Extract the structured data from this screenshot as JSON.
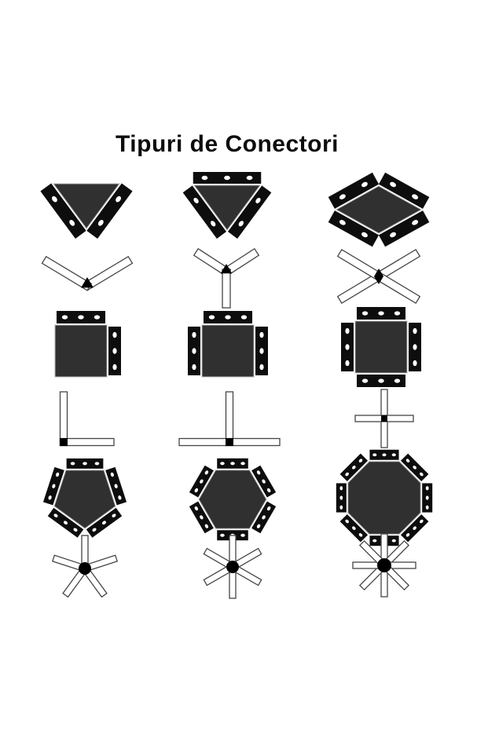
{
  "title": "Tipuri de Conectori",
  "colors": {
    "background": "#ffffff",
    "title_text": "#0d0d0d",
    "plate": "#0d0d0d",
    "body": "#303030",
    "body_outline": "#b5b5b5",
    "hole": "#ffffff",
    "beam_fill": "#ffffff",
    "beam_outline": "#454545",
    "joint": "#000000"
  },
  "rows": [
    {
      "name": "row-angled-plate-connectors",
      "cells": [
        {
          "name": "two-way-v-plate-connector",
          "draw": "plates",
          "body": "triangle-down",
          "plate_edges": [
            1,
            2
          ],
          "holes": [
            2,
            2
          ],
          "plate_width": 17,
          "plate_length_factor": 1.06,
          "hole_size": [
            4.2,
            2.9
          ]
        },
        {
          "name": "three-way-y-plate-connector",
          "draw": "plates",
          "body": "triangle-down",
          "plate_edges": [
            0,
            1,
            2
          ],
          "holes": [
            3,
            2,
            2
          ],
          "plate_width": 15,
          "plate_length_factor": 1.03,
          "hole_size": [
            3.9,
            2.7
          ]
        },
        {
          "name": "four-way-x-plate-connector",
          "draw": "plates",
          "body": "diamond",
          "plate_edges": [
            0,
            1,
            2,
            3
          ],
          "holes": [
            2,
            2,
            2,
            2
          ],
          "plate_width": 17,
          "plate_length_factor": 1.04,
          "hole_size": [
            4.2,
            2.9
          ]
        }
      ]
    },
    {
      "name": "row-angled-beam-joints",
      "cells": [
        {
          "name": "two-way-v-beam-joint",
          "draw": "beams",
          "angles": [
            -31,
            -149
          ],
          "beam_length": 64,
          "beam_width": 10,
          "joint": "triangle",
          "joint_size": 11
        },
        {
          "name": "three-way-y-beam-joint",
          "draw": "beams",
          "angles": [
            -33,
            -147,
            90
          ],
          "beam_length": 46,
          "beam_width": 10,
          "joint": "triangle",
          "joint_size": 10
        },
        {
          "name": "four-way-x-beam-joint",
          "draw": "beams",
          "angles": [
            -31,
            -149,
            31,
            149
          ],
          "beam_length": 58,
          "beam_width": 10,
          "joint": "diamond",
          "joint_size": 10
        }
      ]
    },
    {
      "name": "row-square-plate-connectors",
      "cells": [
        {
          "name": "two-way-corner-plate-connector",
          "draw": "plates",
          "body": "square",
          "plate_edges": [
            0,
            1
          ],
          "holes": [
            3,
            3
          ],
          "plate_width": 16,
          "plate_length_factor": 0.94,
          "hole_size": [
            3.7,
            2.6
          ]
        },
        {
          "name": "three-way-tee-plate-connector",
          "draw": "plates",
          "body": "square",
          "plate_edges": [
            0,
            1,
            3
          ],
          "holes": [
            3,
            3,
            3
          ],
          "plate_width": 16,
          "plate_length_factor": 0.94,
          "hole_size": [
            3.7,
            2.6
          ]
        },
        {
          "name": "four-way-cross-plate-connector",
          "draw": "plates",
          "body": "square",
          "plate_edges": [
            0,
            1,
            2,
            3
          ],
          "holes": [
            3,
            3,
            3,
            3
          ],
          "plate_width": 16,
          "plate_length_factor": 0.94,
          "hole_size": [
            3.7,
            2.6
          ]
        }
      ]
    },
    {
      "name": "row-orthogonal-beam-joints",
      "cells": [
        {
          "name": "corner-l-beam-joint",
          "draw": "beams",
          "angles": [
            -90,
            0
          ],
          "beam_length": 64,
          "beam_width": 9,
          "joint": "square",
          "joint_size": 10
        },
        {
          "name": "tee-beam-joint",
          "draw": "beams",
          "angles": [
            -90,
            0,
            180
          ],
          "beam_length": 64,
          "beam_width": 9,
          "joint": "square",
          "joint_size": 10
        },
        {
          "name": "cross-beam-joint",
          "draw": "beams",
          "angles": [
            -90,
            0,
            90,
            180
          ],
          "beam_length": 37,
          "beam_width": 8,
          "joint": "square",
          "joint_size": 8
        }
      ]
    },
    {
      "name": "row-polygon-plate-connectors",
      "cells": [
        {
          "name": "five-way-pentagon-plate-connector",
          "draw": "plates",
          "body": "pentagon",
          "plate_edges": [
            0,
            1,
            2,
            3,
            4
          ],
          "holes": [
            3,
            3,
            3,
            3,
            3
          ],
          "plate_width": 13,
          "plate_length_factor": 0.97,
          "hole_size": [
            2.8,
            2.0
          ]
        },
        {
          "name": "six-way-hexagon-plate-connector",
          "draw": "plates",
          "body": "hexagon",
          "plate_edges": [
            0,
            1,
            2,
            3,
            4,
            5
          ],
          "holes": [
            3,
            3,
            3,
            3,
            3,
            3
          ],
          "plate_width": 13,
          "plate_length_factor": 0.92,
          "hole_size": [
            2.8,
            2.0
          ]
        },
        {
          "name": "eight-way-octagon-plate-connector",
          "draw": "plates",
          "body": "octagon",
          "plate_edges": [
            0,
            1,
            2,
            3,
            4,
            5,
            6,
            7
          ],
          "holes": [
            3,
            3,
            3,
            3,
            3,
            3,
            3,
            3
          ],
          "plate_width": 13,
          "plate_length_factor": 0.97,
          "hole_size": [
            2.6,
            1.9
          ]
        }
      ]
    },
    {
      "name": "row-radial-beam-joints",
      "cells": [
        {
          "name": "five-spoke-beam-joint",
          "draw": "beams",
          "angles": [
            -90,
            -18,
            54,
            126,
            198
          ],
          "beam_length": 42,
          "beam_width": 8,
          "joint": "circle",
          "joint_size": 8
        },
        {
          "name": "six-spoke-beam-joint",
          "draw": "beams",
          "angles": [
            -90,
            -30,
            30,
            90,
            150,
            210
          ],
          "beam_length": 40,
          "beam_width": 8,
          "joint": "circle",
          "joint_size": 8
        },
        {
          "name": "eight-spoke-beam-joint",
          "draw": "beams",
          "angles": [
            -90,
            -45,
            0,
            45,
            90,
            135,
            180,
            225
          ],
          "beam_length": 40,
          "beam_width": 8,
          "joint": "circle",
          "joint_size": 9
        }
      ]
    }
  ]
}
